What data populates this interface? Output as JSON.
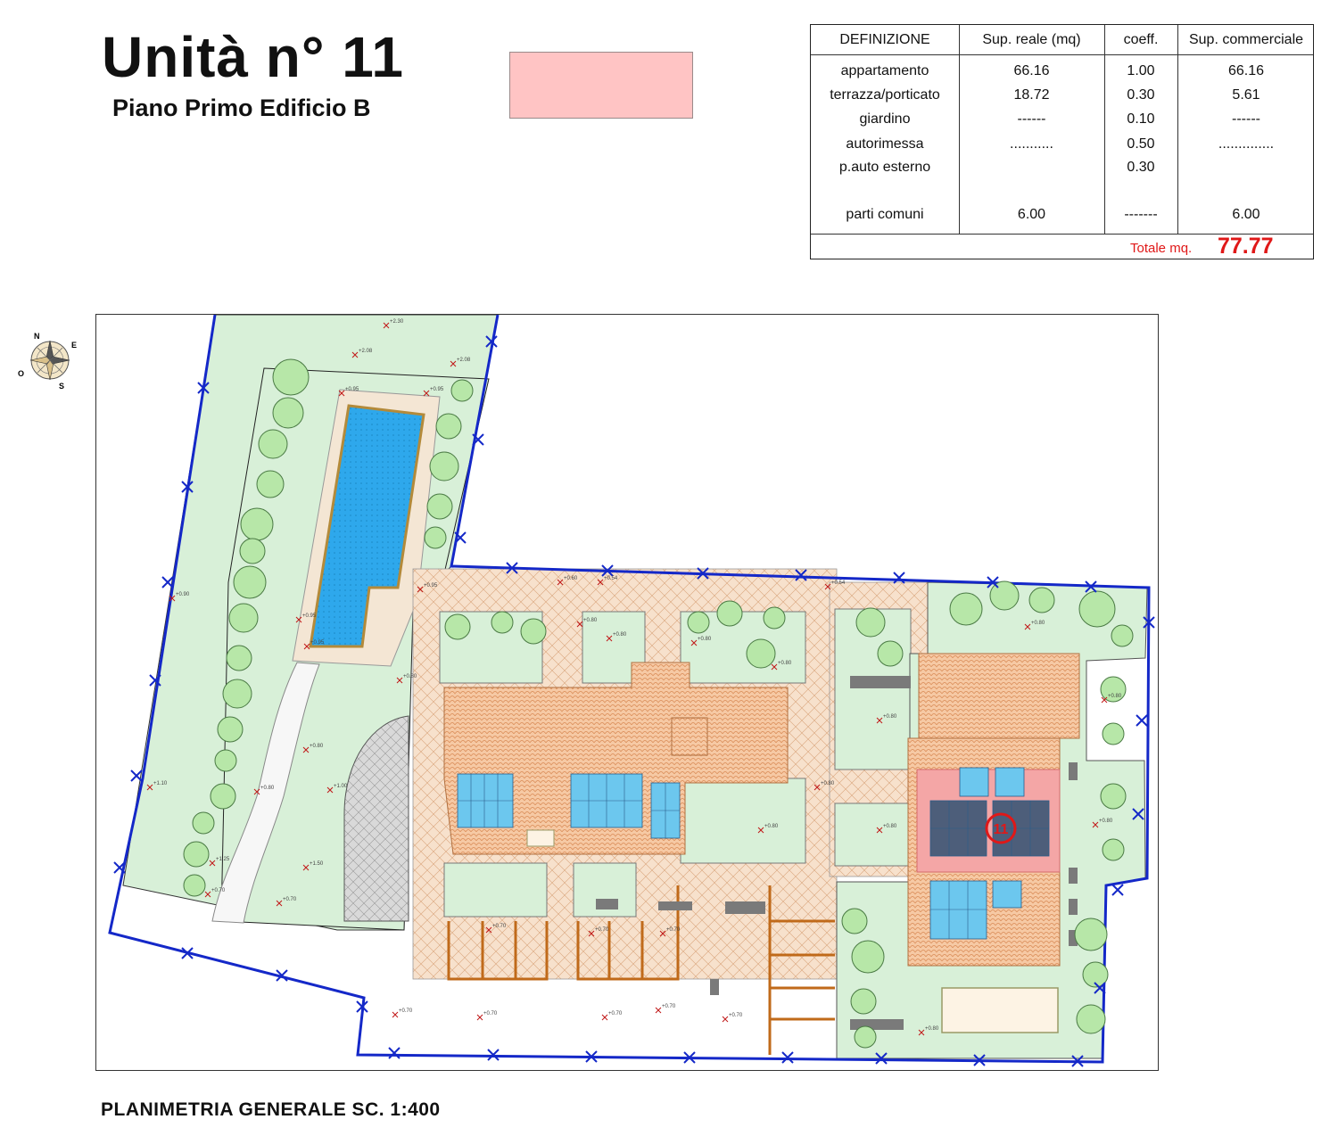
{
  "header": {
    "title": "Unità n° 11",
    "subtitle": "Piano Primo Edificio B"
  },
  "legend": {
    "swatch_color": "#ffc4c4"
  },
  "table": {
    "columns": [
      "DEFINIZIONE",
      "Sup. reale (mq)",
      "coeff.",
      "Sup. commerciale"
    ],
    "rows": [
      [
        "appartamento",
        "66.16",
        "1.00",
        "66.16"
      ],
      [
        "terrazza/porticato",
        "18.72",
        "0.30",
        "5.61"
      ],
      [
        "giardino",
        "------",
        "0.10",
        "------"
      ],
      [
        "autorimessa",
        "...........",
        "0.50",
        ".............."
      ],
      [
        "p.auto esterno",
        "",
        "0.30",
        ""
      ],
      [
        "parti comuni",
        "6.00",
        "-------",
        "6.00"
      ]
    ],
    "total_label": "Totale mq.",
    "total_value": "77.77"
  },
  "compass": {
    "labels": [
      "N",
      "E",
      "S",
      "O"
    ]
  },
  "plan": {
    "unit_marker": "11",
    "colors": {
      "garden": "#d8f0d8",
      "pool": "#2ea8ec",
      "roof": "#f6c9a4",
      "paving": "#f7e1cc",
      "boundary": "#1428c8",
      "highlight": "#f4a6a6",
      "marker": "#e01818"
    },
    "spot_levels": [
      "+2.30",
      "+2.08",
      "+2.08",
      "+0.95",
      "+0.95",
      "+0.95",
      "+0.95",
      "+0.95",
      "+0.80",
      "+0.80",
      "+0.80",
      "+0.80",
      "+0.80",
      "+0.80",
      "+0.80",
      "+0.80",
      "+0.80",
      "+0.80",
      "+0.80",
      "+0.80",
      "+0.80",
      "+0.80",
      "+1.00",
      "+1.10",
      "+0.90",
      "+1.25",
      "+1.50",
      "+0.70",
      "+0.70",
      "+0.70",
      "+0.70",
      "+0.70",
      "+0.70",
      "+0.70",
      "+0.70",
      "+0.70",
      "+0.70",
      "+0.54",
      "+0.54",
      "+0.60",
      "+0.80"
    ]
  },
  "footer": {
    "caption": "PLANIMETRIA GENERALE SC. 1:400"
  }
}
